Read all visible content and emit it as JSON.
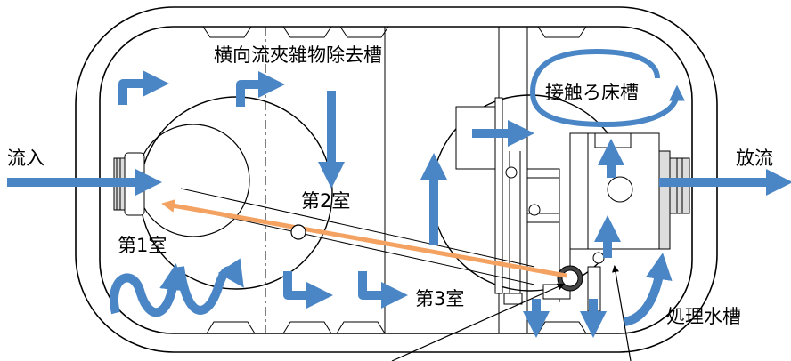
{
  "labels": {
    "inflow": "流入",
    "outflow": "放流",
    "transverse_tank": "横向流夾雑物除去槽",
    "contact_bed": "接触ろ床槽",
    "room1": "第1室",
    "room2": "第2室",
    "room3": "第3室",
    "treated_water": "処理水槽"
  },
  "colors": {
    "flow_arrow": "#4a86c5",
    "return_pipe": "#f4a261",
    "outline": "#000000"
  }
}
